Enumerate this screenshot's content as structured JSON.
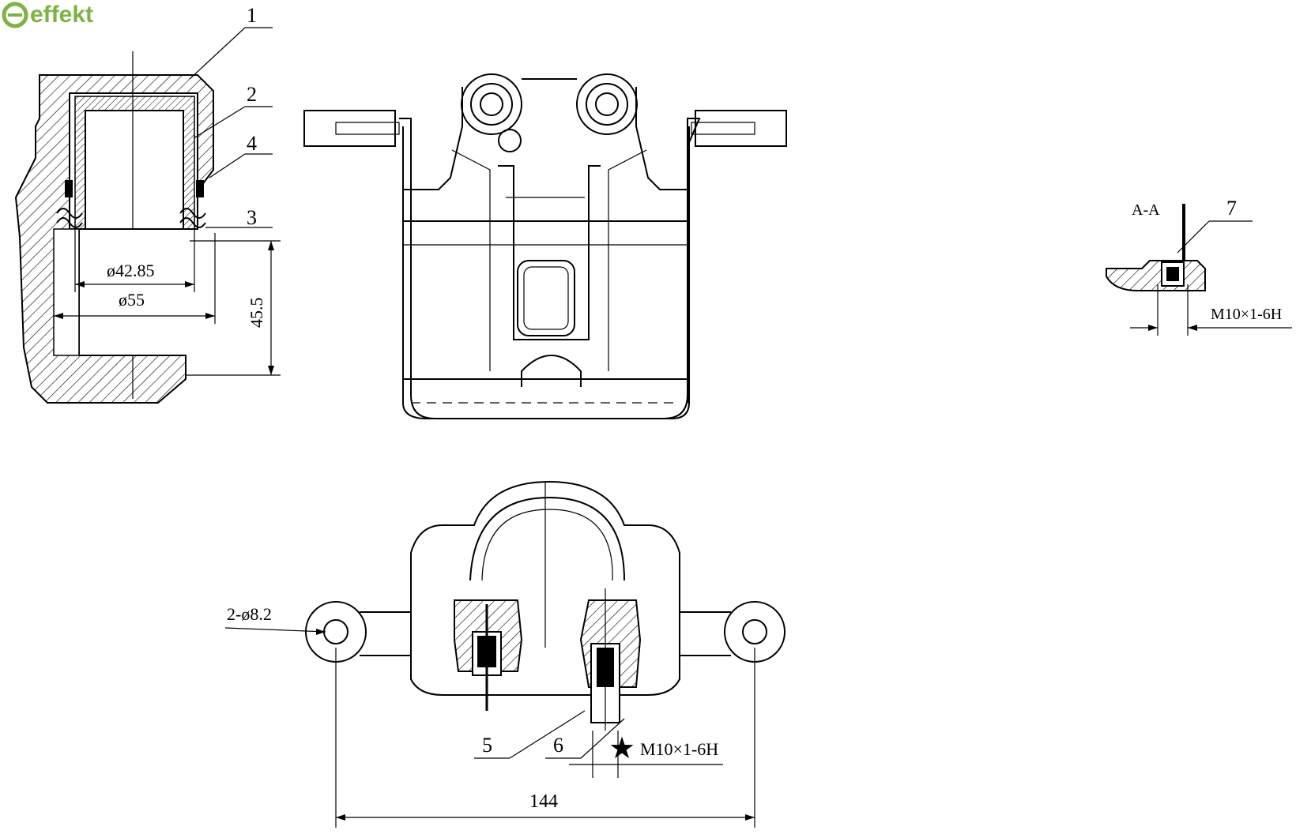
{
  "brand": {
    "name": "effekt",
    "logo_color": "#7cb342",
    "icon": "e-circle-logo-icon"
  },
  "callouts": {
    "c1": "1",
    "c2": "2",
    "c3": "3",
    "c4": "4",
    "c5": "5",
    "c6": "6",
    "c7": "7"
  },
  "dimensions": {
    "bore_inner": "ø42.85",
    "bore_outer": "ø55",
    "depth": "45.5",
    "mount_holes": "2-ø8.2",
    "mount_spacing": "144",
    "thread_bottom": "M10×1-6H",
    "thread_section": "M10×1-6H"
  },
  "section": {
    "label": "A-A"
  },
  "symbols": {
    "star": "★"
  }
}
